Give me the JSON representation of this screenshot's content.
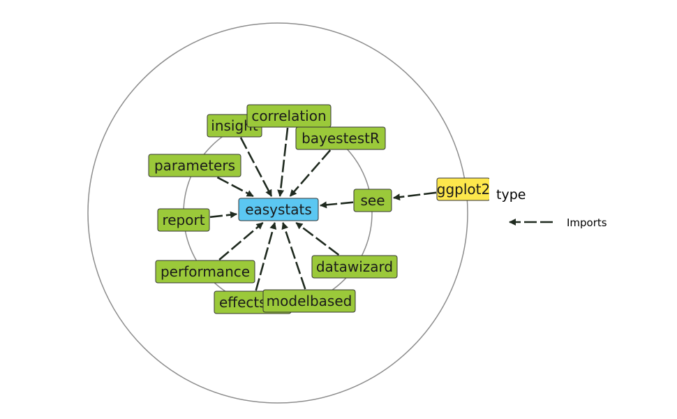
{
  "colors": {
    "background": "#ffffff",
    "ring": "#8c8c8c",
    "edge": "#1f2a1f",
    "node_border": "#333333",
    "node_text": "#1a1a1a",
    "type_colors": {
      "easystats": "#5bc7f2",
      "member": "#9bc93a",
      "external": "#fde74c"
    }
  },
  "diagram": {
    "center": "easystats",
    "nodes": [
      {
        "id": "easystats",
        "label": "easystats",
        "type": "easystats"
      },
      {
        "id": "correlation",
        "label": "correlation",
        "type": "member"
      },
      {
        "id": "insight",
        "label": "insight",
        "type": "member"
      },
      {
        "id": "bayestestR",
        "label": "bayestestR",
        "type": "member"
      },
      {
        "id": "parameters",
        "label": "parameters",
        "type": "member"
      },
      {
        "id": "see",
        "label": "see",
        "type": "member"
      },
      {
        "id": "report",
        "label": "report",
        "type": "member"
      },
      {
        "id": "performance",
        "label": "performance",
        "type": "member"
      },
      {
        "id": "datawizard",
        "label": "datawizard",
        "type": "member"
      },
      {
        "id": "effectsize",
        "label": "effectsize",
        "type": "member"
      },
      {
        "id": "modelbased",
        "label": "modelbased",
        "type": "member"
      },
      {
        "id": "ggplot2",
        "label": "ggplot2",
        "type": "external"
      }
    ],
    "edges": [
      {
        "from": "correlation",
        "to": "easystats",
        "relation": "Imports"
      },
      {
        "from": "insight",
        "to": "easystats",
        "relation": "Imports"
      },
      {
        "from": "bayestestR",
        "to": "easystats",
        "relation": "Imports"
      },
      {
        "from": "parameters",
        "to": "easystats",
        "relation": "Imports"
      },
      {
        "from": "see",
        "to": "easystats",
        "relation": "Imports"
      },
      {
        "from": "report",
        "to": "easystats",
        "relation": "Imports"
      },
      {
        "from": "performance",
        "to": "easystats",
        "relation": "Imports"
      },
      {
        "from": "datawizard",
        "to": "easystats",
        "relation": "Imports"
      },
      {
        "from": "effectsize",
        "to": "easystats",
        "relation": "Imports"
      },
      {
        "from": "modelbased",
        "to": "easystats",
        "relation": "Imports"
      },
      {
        "from": "ggplot2",
        "to": "see",
        "relation": "Imports"
      }
    ]
  },
  "legend": {
    "fill_title": "type",
    "edge_items": [
      {
        "label": "Imports"
      }
    ]
  }
}
